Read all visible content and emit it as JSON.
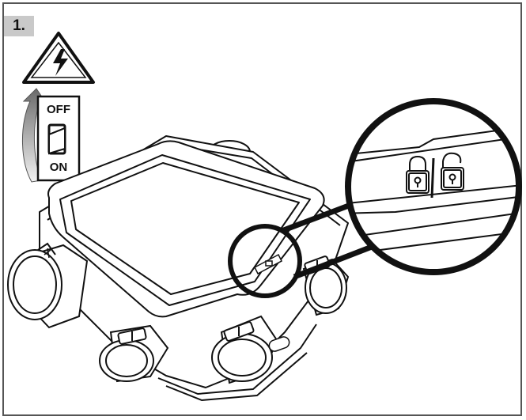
{
  "step": {
    "number": "1."
  },
  "switch": {
    "off_label": "OFF",
    "on_label": "ON"
  },
  "icons": {
    "warning": "high-voltage-warning-icon",
    "lock": "padlock-closed-icon",
    "unlock": "padlock-open-icon"
  },
  "colors": {
    "line": "#111111",
    "frame": "#555555",
    "badge": "#c9c9c9"
  }
}
